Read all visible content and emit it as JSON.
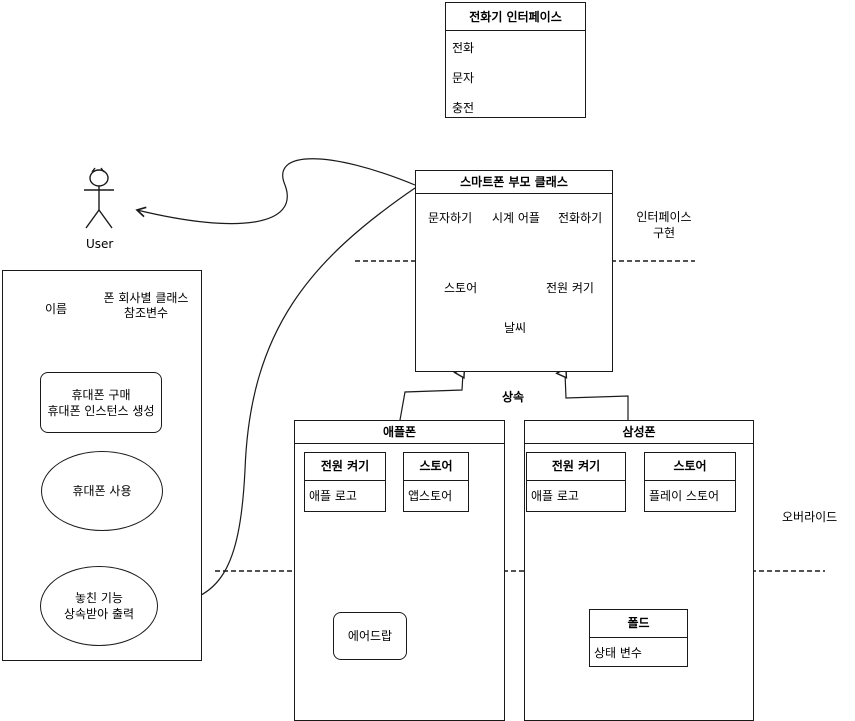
{
  "phone_interface": {
    "title": "전화기 인터페이스",
    "items": [
      "전화",
      "문자",
      "충전"
    ]
  },
  "user": {
    "label": "User"
  },
  "smartphone_parent": {
    "title": "스마트폰 부모 클래스",
    "top_items": [
      "문자하기",
      "시계 어플",
      "전화하기"
    ],
    "store": "스토어",
    "power": "전원 켜기",
    "weather": "날씨"
  },
  "interface_impl_label": "인터페이스\n구현",
  "inheritance_label": "상속",
  "override_label": "오버라이드",
  "usage_panel": {
    "name_label": "이름",
    "ref_label": "폰 회사별 클래스\n참조변수",
    "buy": "휴대폰 구매\n휴대폰 인스턴스 생성",
    "use": "휴대폰 사용",
    "missing": "놓친 기능\n상속받아 출력"
  },
  "apple": {
    "title": "애플폰",
    "power_title": "전원 켜기",
    "power_body": "애플 로고",
    "store_title": "스토어",
    "store_body": "앱스토어",
    "extra": "에어드랍"
  },
  "samsung": {
    "title": "삼성폰",
    "power_title": "전원 켜기",
    "power_body": "애플 로고",
    "store_title": "스토어",
    "store_body": "플레이 스토어",
    "fold_title": "폴드",
    "fold_body": "상태 변수"
  }
}
